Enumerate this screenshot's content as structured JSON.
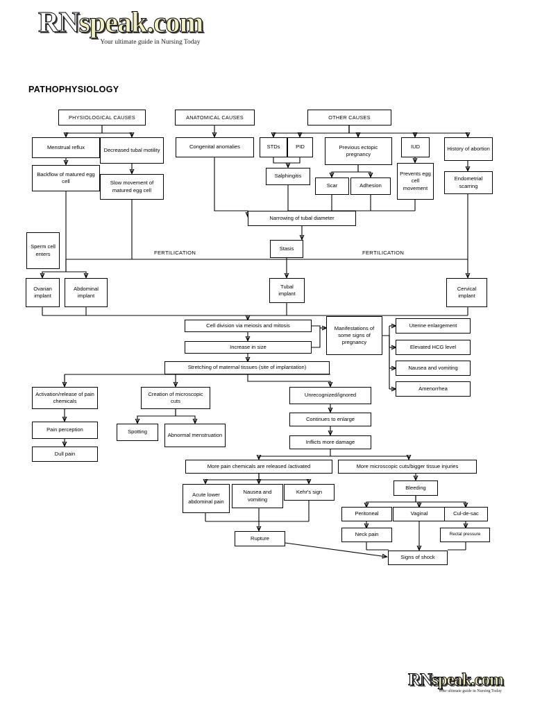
{
  "branding": {
    "logo_rn": "RN",
    "logo_rest": "speak.com",
    "tagline": "Your ultimate guide in Nursing Today"
  },
  "page_title": "PATHOPHYSIOLOGY",
  "labels": {
    "fertilization_left": "FERTILICATION",
    "fertilization_right": "FERTILICATION"
  },
  "nodes": {
    "physiological_causes": "PHYSIOLOGICAL CAUSES",
    "anatomical_causes": "ANATOMICAL CAUSES",
    "other_causes": "OTHER CAUSES",
    "menstrual_reflux": "Menstrual reflux",
    "decreased_tubal_motility": "Decreased tubal motility",
    "congenital_anomalies": "Congenital anomalies",
    "stds": "STDs",
    "pid": "PID",
    "previous_ectopic_pregnancy": "Previous ectopic pregnancy",
    "iud": "IUD",
    "history_of_abortion": "History of abortion",
    "backflow_of_matured_egg_cell": "Backflow of matured egg cell",
    "slow_movement_of_matured_egg_cell": "Slow movement of matured egg cell",
    "salphingitis": "Salphingitis",
    "scar": "Scar",
    "adhesion": "Adhesion",
    "prevents_egg_cell_movement": "Prevents egg cell movement",
    "endometrial_scarring": "Endometrial scarring",
    "narrowing_of_tubal_diameter": "Narrowing of tubal diameter",
    "stasis": "Stasis",
    "sperm_cell_enters": "Sperm cell enters",
    "ovarian_implant": "Ovarian implant",
    "abdominal_implant": "Abdominal implant",
    "tubal_implant": "Tubal implant",
    "cervical_implant": "Cervical implant",
    "cell_division": "Cell division via meiosis and mitosis",
    "increase_in_size": "Increase in size",
    "manifestations": "Manifestations of some signs of pregnancy",
    "uterine_enlargement": "Uterine enlargement",
    "elevated_hcg_level": "Elevated HCG level",
    "nausea_and_vomiting_right": "Nausea and vomiting",
    "amenorrhea": "Amenorrhea",
    "stretching_of_maternal_tissues": "Stretching of maternal tissues (site of implantation)",
    "activation_release_pain_chemicals": "Activation/release of pain chemicals",
    "creation_of_microscopic_cuts": "Creation of microscopic cuts",
    "unrecognized_ignored": "Unrecognized/ignored",
    "pain_perception": "Pain perception",
    "spotting": "Spotting",
    "abnormal_menstruation": "Abnormal menstruation",
    "continues_to_enlarge": "Continues to enlarge",
    "dull_pain": "Dull pain",
    "inflicts_more_damage": "Inflicts more damage",
    "more_pain_chemicals": "More pain chemicals are released /activated",
    "more_microscopic_cuts": "More microscopic cuts/bigger tissue injuries",
    "acute_lower_abdominal_pain": "Acute lower abdominal pain",
    "nausea_and_vomiting_bottom": "Nausea and vomiting",
    "kehrs_sign": "Kehr's sign",
    "bleeding": "Bleeding",
    "peritoneal": "Peritoneal",
    "vaginal": "Vaginal",
    "cul_de_sac": "Cul-de-sac",
    "neck_pain": "Neck pain",
    "rectal_pressure": "Rectal pressure",
    "rupture": "Rupture",
    "signs_of_shock": "Signs of shock"
  }
}
